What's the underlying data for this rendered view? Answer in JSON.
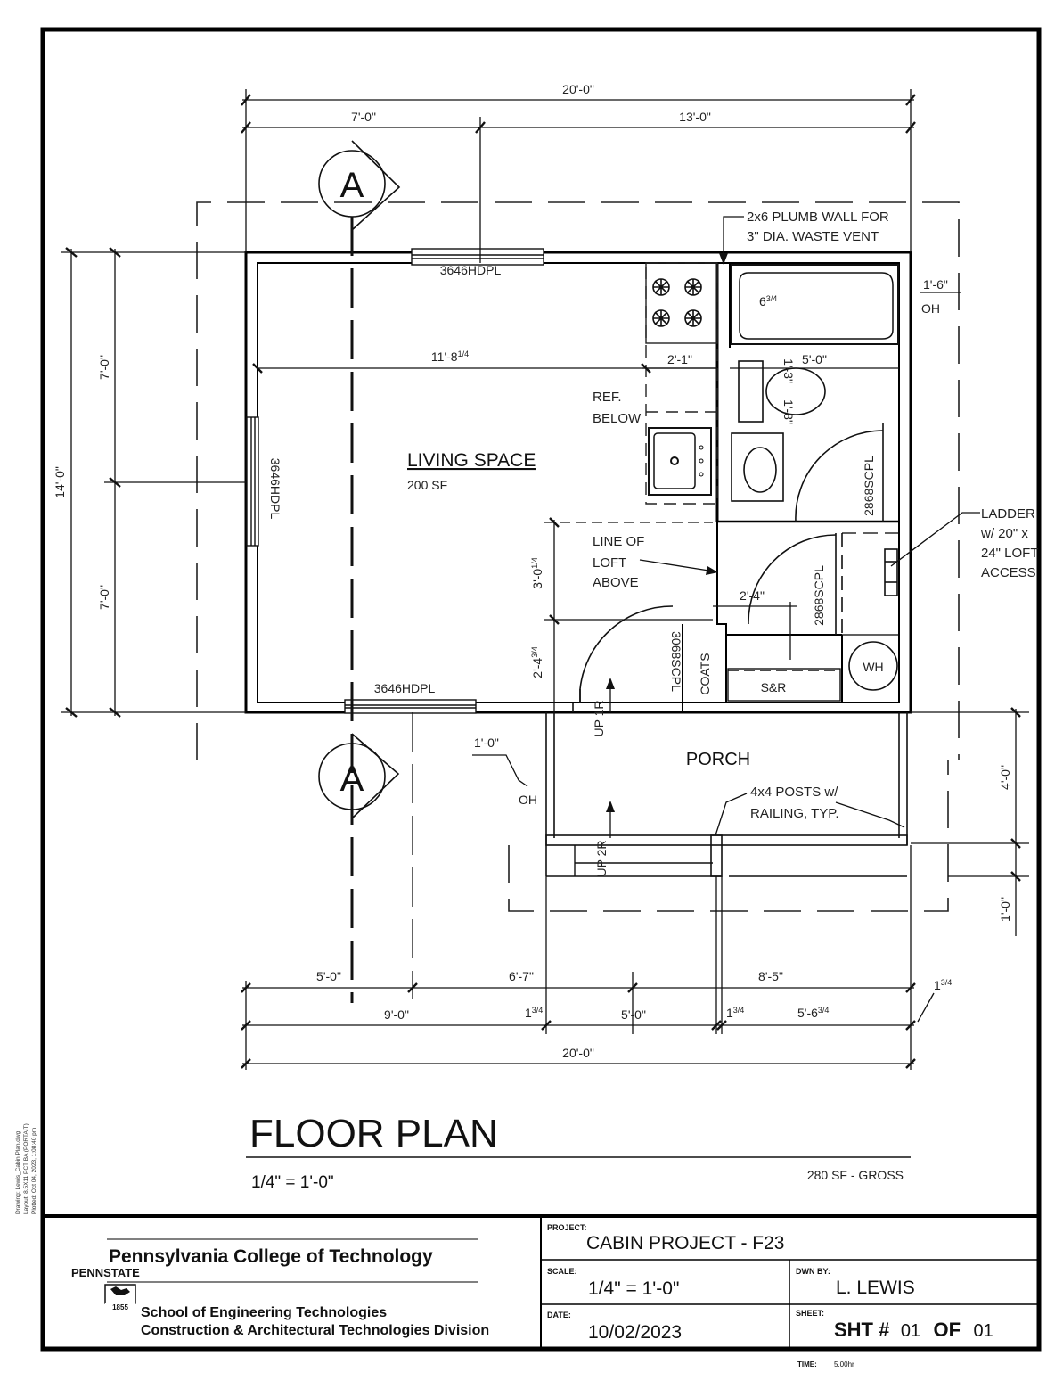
{
  "drawing": {
    "title": "FLOOR PLAN",
    "scale_note": "1/4\" = 1'-0\"",
    "gross_area": "280 SF - GROSS",
    "section_marker": "A"
  },
  "rooms": {
    "living_space": "LIVING SPACE",
    "living_area": "200 SF",
    "porch": "PORCH",
    "ref_line1": "REF.",
    "ref_line2": "BELOW",
    "loft_line1": "LINE OF",
    "loft_line2": "LOFT",
    "loft_line3": "ABOVE",
    "coats": "COATS",
    "shelf_rod": "S&R",
    "water_heater": "WH"
  },
  "notes": {
    "plumb_wall_line1": "2x6 PLUMB WALL FOR",
    "plumb_wall_line2": "3\" DIA.  WASTE VENT",
    "ladder_line1": "LADDER",
    "ladder_line2": "w/ 20\" x",
    "ladder_line3": "24\" LOFT",
    "ladder_line4": "ACCESS",
    "posts_line1": "4x4 POSTS w/",
    "posts_line2": "RAILING, TYP.",
    "overhang": "OH",
    "overhang_side": "1'-6\"",
    "overhang_porch": "1'-0\"",
    "up_1r": "UP 1R",
    "up_2r": "UP 2R"
  },
  "windows": {
    "top": "3646HDPL",
    "left": "3646HDPL",
    "bottom": "3646HDPL"
  },
  "doors": {
    "entry": "3068SCPL",
    "bath": "2868SCPL",
    "closet": "2868SCPL"
  },
  "dimensions": {
    "top_overall": "20'-0\"",
    "top_left": "7'-0\"",
    "top_right": "13'-0\"",
    "left_overall": "14'-0\"",
    "left_upper": "7'-0\"",
    "left_lower": "7'-0\"",
    "living_width": "11'-8",
    "living_width_frac": "1/4",
    "kitchen_width": "2'-1\"",
    "bath_width": "5'-0\"",
    "tub_dim": "6",
    "tub_frac": "3/4",
    "toilet_dim1": "1'-3\"",
    "toilet_dim2": "1'-8\"",
    "loft_upper": "3'-0",
    "loft_upper_frac": "1/4",
    "loft_lower": "2'-4",
    "loft_lower_frac": "3/4",
    "closet_width": "2'-4\"",
    "porch_depth": "4'-0\"",
    "porch_step": "1'-0\"",
    "bottom_a1": "5'-0\"",
    "bottom_a2": "6'-7\"",
    "bottom_a3": "8'-5\"",
    "bottom_b1": "9'-0\"",
    "bottom_b2": "1",
    "bottom_b3": "5'-0\"",
    "bottom_b4": "1",
    "bottom_b5": "5'-6",
    "bottom_frac": "3/4",
    "corner_dim": "1",
    "bottom_overall": "20'-0\""
  },
  "title_block": {
    "school": "Pennsylvania College of Technology",
    "pennstate": "PENNSTATE",
    "founded": "1855",
    "division_line1": "School of Engineering Technologies",
    "division_line2": "Construction & Architectural Technologies Division",
    "project_caption": "PROJECT:",
    "project": "CABIN PROJECT - F23",
    "scale_caption": "SCALE:",
    "scale": "1/4\" = 1'-0\"",
    "drawn_caption": "DWN BY:",
    "drawn_by": "L. LEWIS",
    "date_caption": "DATE:",
    "date": "10/02/2023",
    "sheet_caption": "SHEET:",
    "sheet_prefix": "SHT #",
    "sheet_no": "01",
    "sheet_of": "OF",
    "sheet_total": "01",
    "time_caption": "TIME:",
    "time": "5.00hr"
  },
  "file_info": {
    "line1": "Drawing: Lewis_Cabin Plan.dwg",
    "line2": "Layout: 8.5X11 PCT BA (PORTAIT)",
    "line3": "Plotted: Oct 04, 2023, 1:08:40 pm"
  }
}
